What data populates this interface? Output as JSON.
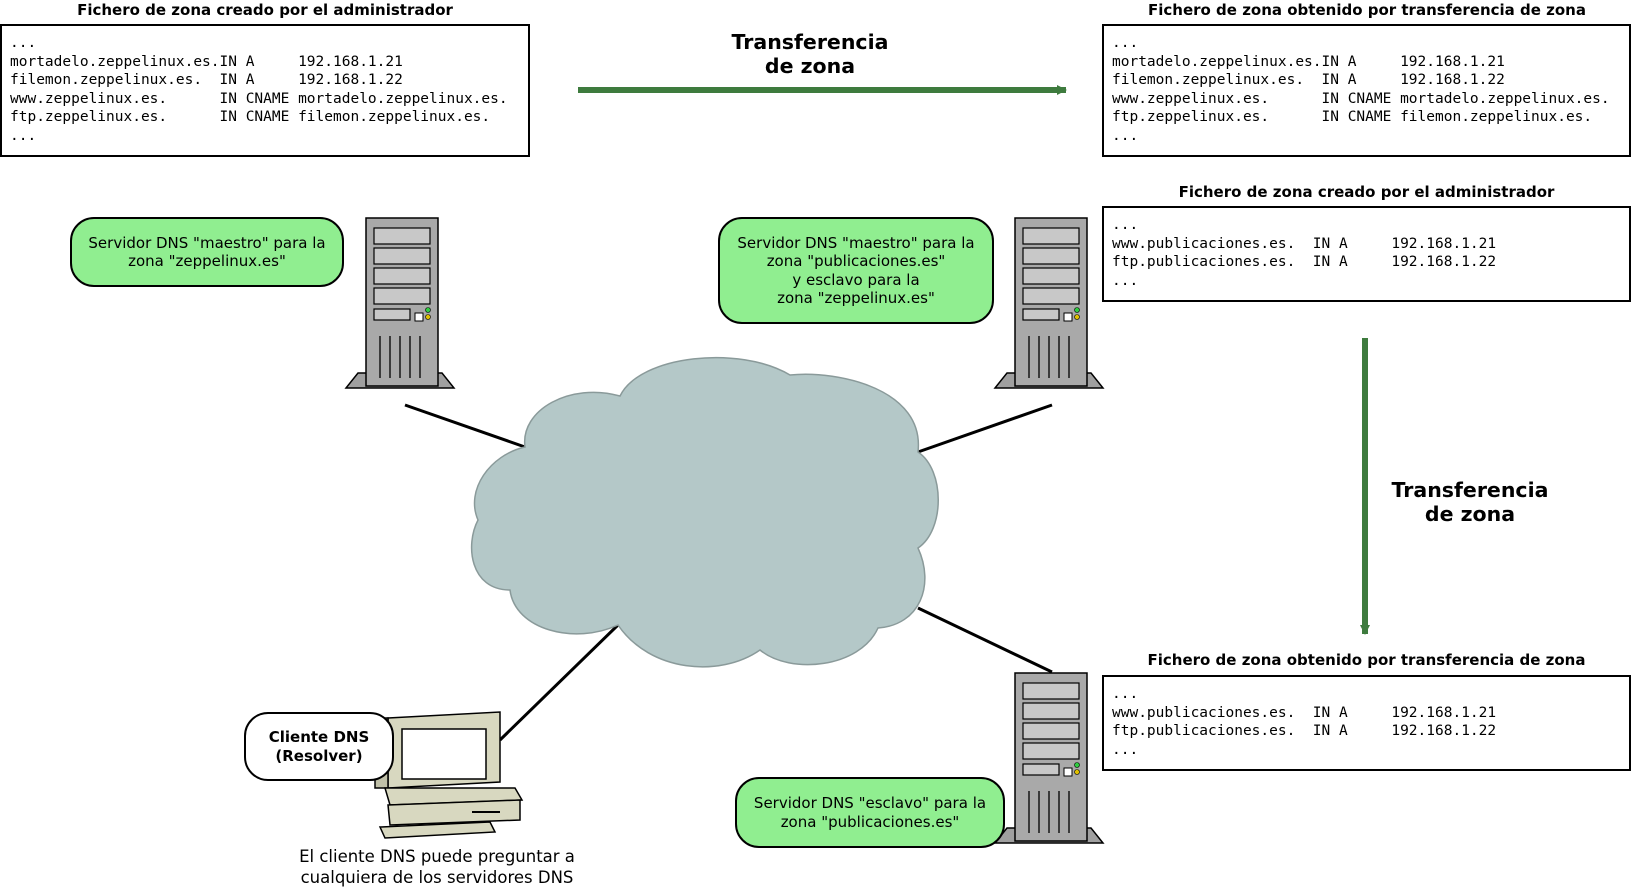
{
  "colors": {
    "cloud_fill": "#b4c8c8",
    "arrow": "#3e7b3e",
    "bubble_green": "#90ee90",
    "server_body": "#a9a9a9",
    "server_bay": "#c8c8c8"
  },
  "zones": {
    "admin_zeppelinux": {
      "title": "Fichero de zona creado por el administrador",
      "lines": [
        "...",
        "mortadelo.zeppelinux.es.IN A     192.168.1.21",
        "filemon.zeppelinux.es.  IN A     192.168.1.22",
        "www.zeppelinux.es.      IN CNAME mortadelo.zeppelinux.es.",
        "ftp.zeppelinux.es.      IN CNAME filemon.zeppelinux.es.",
        "..."
      ]
    },
    "transfer_zeppelinux": {
      "title": "Fichero de zona obtenido por transferencia de zona",
      "lines": [
        "...",
        "mortadelo.zeppelinux.es.IN A     192.168.1.21",
        "filemon.zeppelinux.es.  IN A     192.168.1.22",
        "www.zeppelinux.es.      IN CNAME mortadelo.zeppelinux.es.",
        "ftp.zeppelinux.es.      IN CNAME filemon.zeppelinux.es.",
        "..."
      ]
    },
    "admin_publicaciones": {
      "title": "Fichero de zona creado por el administrador",
      "lines": [
        "...",
        "www.publicaciones.es.  IN A     192.168.1.21",
        "ftp.publicaciones.es.  IN A     192.168.1.22",
        "..."
      ]
    },
    "transfer_publicaciones": {
      "title": "Fichero de zona obtenido por transferencia de zona",
      "lines": [
        "...",
        "www.publicaciones.es.  IN A     192.168.1.21",
        "ftp.publicaciones.es.  IN A     192.168.1.22",
        "..."
      ]
    }
  },
  "arrows": {
    "horizontal": [
      "Transferencia",
      "de zona"
    ],
    "vertical": [
      "Transferencia",
      "de zona"
    ]
  },
  "bubbles": {
    "master_zeppelinux": [
      "Servidor DNS \"maestro\" para la",
      "zona \"zeppelinux.es\""
    ],
    "master_publicaciones": [
      "Servidor DNS \"maestro\" para la",
      "zona \"publicaciones.es\"",
      "y esclavo para la",
      "zona \"zeppelinux.es\""
    ],
    "slave_publicaciones": [
      "Servidor DNS \"esclavo\" para la",
      "zona \"publicaciones.es\""
    ],
    "client": [
      "Cliente DNS",
      "(Resolver)"
    ]
  },
  "caption": [
    "El cliente DNS puede preguntar a",
    "cualquiera de los servidores DNS"
  ],
  "icons": {
    "server": "server-tower-icon",
    "client": "desktop-computer-icon",
    "network": "network-cloud-icon"
  }
}
